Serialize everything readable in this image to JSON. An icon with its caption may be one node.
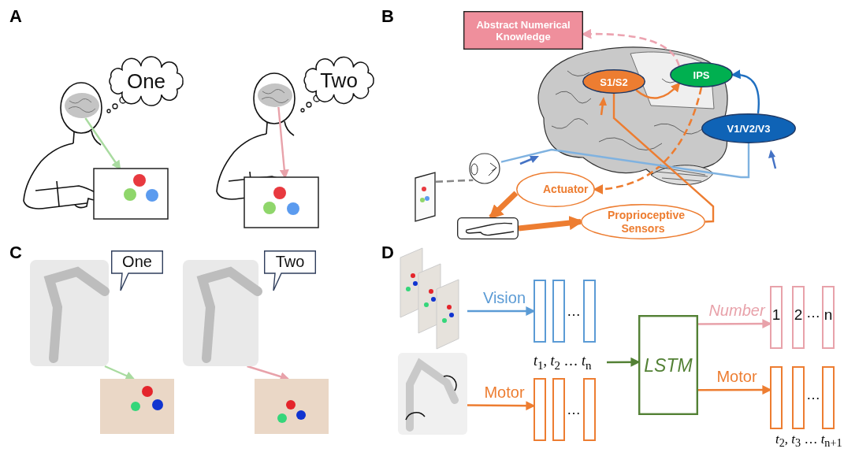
{
  "diagram": {
    "nodes": [
      {
        "text": [
          "One"
        ]
      },
      {
        "text": [],
        "shape": "picture"
      },
      {
        "text": [],
        "shape": "picture"
      },
      {
        "text": [
          "Two"
        ]
      },
      {
        "text": [],
        "shape": "picture"
      },
      {
        "text": [],
        "shape": "picture"
      },
      {
        "text": [
          "Abstract Numerical Knowledge"
        ]
      },
      {
        "text": [
          "S1/S2"
        ]
      },
      {
        "text": [
          "IPS"
        ]
      },
      {
        "text": [
          "V1/V2/V3"
        ]
      },
      {
        "text": [],
        "shape": "picture"
      },
      {
        "text": [],
        "shape": "picture"
      },
      {
        "text": [
          "Actuator"
        ]
      },
      {
        "text": [],
        "shape": "picture"
      },
      {
        "text": [
          "Proprioceptive Sensors"
        ]
      },
      {
        "text": [
          "One"
        ]
      },
      {
        "text": [],
        "shape": "picture"
      },
      {
        "text": [],
        "shape": "picture"
      },
      {
        "text": [
          "Two"
        ]
      },
      {
        "text": [],
        "shape": "picture"
      },
      {
        "text": [],
        "shape": "picture"
      },
      {
        "text": [],
        "shape": "picture"
      },
      {
        "text": [],
        "shape": "picture"
      },
      {
        "text": [],
        "shape": "bar"
      },
      {
        "text": [],
        "shape": "bar"
      },
      {
        "text": [],
        "shape": "bar"
      },
      {
        "text": [],
        "shape": "bar"
      },
      {
        "text": [],
        "shape": "bar"
      },
      {
        "text": [],
        "shape": "bar"
      },
      {
        "text": [
          "LSTM"
        ]
      },
      {
        "text": [
          "1"
        ]
      },
      {
        "text": [
          "2"
        ]
      },
      {
        "text": [
          "n"
        ]
      },
      {
        "text": [],
        "shape": "bar"
      },
      {
        "text": [],
        "shape": "bar"
      },
      {
        "text": [],
        "shape": "bar"
      }
    ],
    "edges": [
      {
        "from": 1,
        "to": 2,
        "arrow": "to",
        "color": "#a9dba0"
      },
      {
        "from": 4,
        "to": 5,
        "arrow": "to",
        "color": "#e8a2aa"
      },
      {
        "from": 8,
        "to": 6,
        "arrow": "to",
        "style": "dashed",
        "color": "#eca3b0"
      },
      {
        "from": 7,
        "to": 8,
        "arrow": "to",
        "color": "#ed7d31"
      },
      {
        "from": 9,
        "to": 8,
        "arrow": "to",
        "color": "#1f6fc0"
      },
      {
        "from": 8,
        "to": 12,
        "arrow": "to",
        "style": "dashed",
        "color": "#ed7d31"
      },
      {
        "from": 11,
        "to": 9,
        "arrow": "none",
        "color": "#7fb2e0"
      },
      {
        "from": 14,
        "to": 7,
        "arrow": "none",
        "color": "#ed7d31"
      },
      {
        "from": 10,
        "to": 11,
        "arrow": "none",
        "style": "dashed",
        "color": "#888888"
      },
      {
        "from": 12,
        "to": 13,
        "arrow": "to",
        "style": "thick",
        "color": "#ed7d31"
      },
      {
        "from": 13,
        "to": 14,
        "arrow": "to",
        "style": "thick",
        "color": "#ed7d31"
      },
      {
        "from": 16,
        "to": 17,
        "arrow": "to",
        "color": "#a9dba0"
      },
      {
        "from": 19,
        "to": 20,
        "arrow": "to",
        "color": "#e8a2aa"
      },
      {
        "from": 21,
        "to": 23,
        "label": "Vision",
        "arrow": "to",
        "color": "#5b9bd5"
      },
      {
        "from": 22,
        "to": 26,
        "label": "Motor",
        "arrow": "to",
        "color": "#ed7d31"
      },
      {
        "from": null,
        "to": 29,
        "arrow": "to",
        "color": "#538135"
      },
      {
        "from": 29,
        "to": 30,
        "label": "Number",
        "arrow": "to",
        "color": "#e8a2aa"
      },
      {
        "from": 29,
        "to": 33,
        "label": "Motor",
        "arrow": "to",
        "color": "#ed7d31"
      }
    ],
    "labels": [
      "A",
      "B",
      "C",
      "D",
      "…",
      "*t*$_{1}$, *t*$_{2}$ … *t*$_{n}$",
      "…",
      "…",
      "…",
      "*t*$_{2}$, *t*$_{3}$ … *t*$_{n+1}$"
    ]
  }
}
